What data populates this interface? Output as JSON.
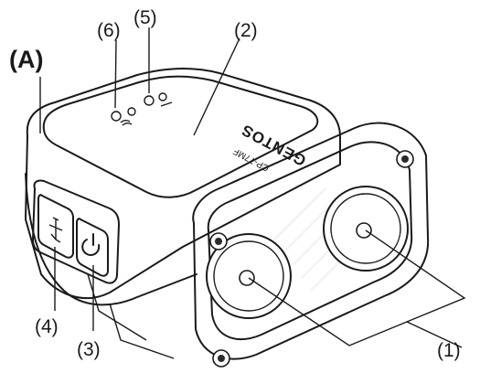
{
  "figure_label": "(A)",
  "product": {
    "brand": "GENTOS",
    "model": "CP-77MF"
  },
  "callouts": [
    {
      "id": "1",
      "text": "(1)"
    },
    {
      "id": "2",
      "text": "(2)"
    },
    {
      "id": "3",
      "text": "(3)"
    },
    {
      "id": "4",
      "text": "(4)"
    },
    {
      "id": "5",
      "text": "(5)"
    },
    {
      "id": "6",
      "text": "(6)"
    }
  ],
  "colors": {
    "line": "#1a1a1a",
    "top_surface": "#e6e6e6",
    "body": "#f4f4f4",
    "lens_housing": "#2b2b2b"
  }
}
